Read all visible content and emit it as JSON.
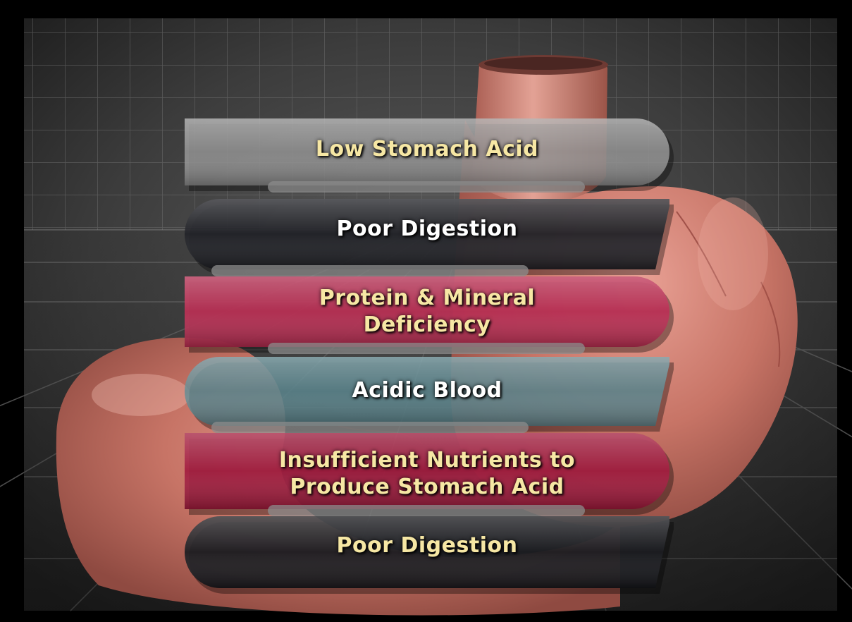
{
  "diagram": {
    "title": "",
    "steps": [
      {
        "label": "Low Stomach Acid",
        "band_color": "#9a9a9a",
        "text_color": "yellow"
      },
      {
        "label": "Poor Digestion",
        "band_color": "#1b1c22",
        "text_color": "white"
      },
      {
        "label": "Protein & Mineral\nDeficiency",
        "band_color": "#b8294f",
        "text_color": "yellow"
      },
      {
        "label": "Acidic Blood",
        "band_color": "#5a8890",
        "text_color": "white"
      },
      {
        "label": "Insufficient Nutrients to\nProduce Stomach Acid",
        "band_color": "#a0163a",
        "text_color": "yellow"
      },
      {
        "label": "Poor Digestion",
        "band_color": "#15161a",
        "text_color": "yellow"
      }
    ],
    "background": {
      "subject": "stomach-illustration",
      "grid_color": "#5a5a5a",
      "frame_color": "#000000"
    }
  }
}
